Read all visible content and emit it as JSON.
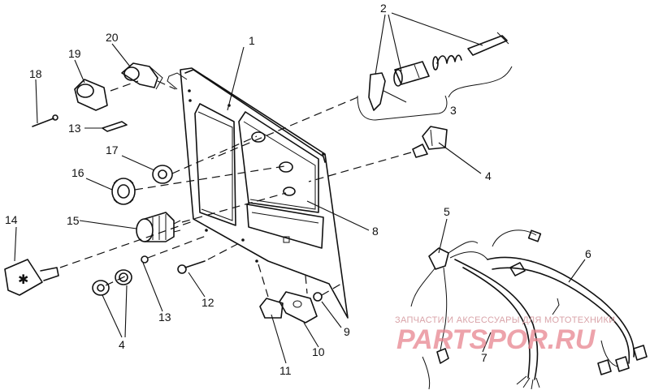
{
  "diagram": {
    "callouts": [
      "1",
      "2",
      "3",
      "4",
      "5",
      "6",
      "7",
      "8",
      "9",
      "10",
      "11",
      "12",
      "13",
      "14",
      "15",
      "16",
      "17",
      "18",
      "19",
      "20"
    ],
    "callout_bottom_left_4": "4",
    "callout_bottom_13": "13"
  },
  "watermark": {
    "tagline": "ЗАПЧАСТИ И АКСЕССУАРЫ ДЛЯ МОТОТЕХНИКИ",
    "logo": "PARTSPOR.RU"
  }
}
